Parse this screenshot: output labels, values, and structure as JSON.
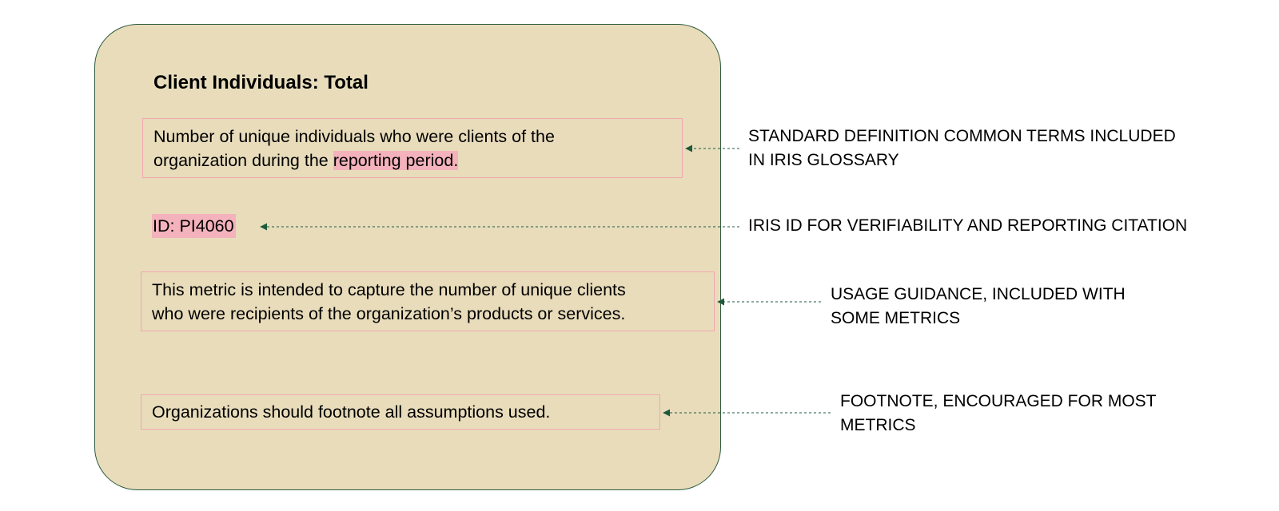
{
  "card": {
    "title": "Client Individuals: Total",
    "definition": {
      "line1": "Number of unique individuals who were clients of the",
      "line2_prefix": "organization during the ",
      "line2_highlight": "reporting period."
    },
    "id_label": "ID: PI4060",
    "usage_guidance": {
      "line1": "This metric is intended to capture the number of unique clients",
      "line2": "who were recipients of the organization’s products or services."
    },
    "footnote": "Organizations should footnote all assumptions used."
  },
  "annotations": {
    "definition": {
      "line1": "STANDARD DEFINITION COMMON TERMS INCLUDED",
      "line2": "IN IRIS GLOSSARY"
    },
    "id": {
      "line1": "IRIS ID FOR VERIFIABILITY AND REPORTING CITATION"
    },
    "guidance": {
      "line1": "USAGE GUIDANCE, INCLUDED WITH",
      "line2": "SOME METRICS"
    },
    "footnote": {
      "line1": "FOOTNOTE, ENCOURAGED FOR MOST",
      "line2": "METRICS"
    }
  },
  "colors": {
    "card_fill": "#e8dcbb",
    "card_border": "#2e5c3e",
    "highlight": "#f4b2bc",
    "box_border": "#f1a7b1",
    "arrow": "#1f5a3c"
  }
}
